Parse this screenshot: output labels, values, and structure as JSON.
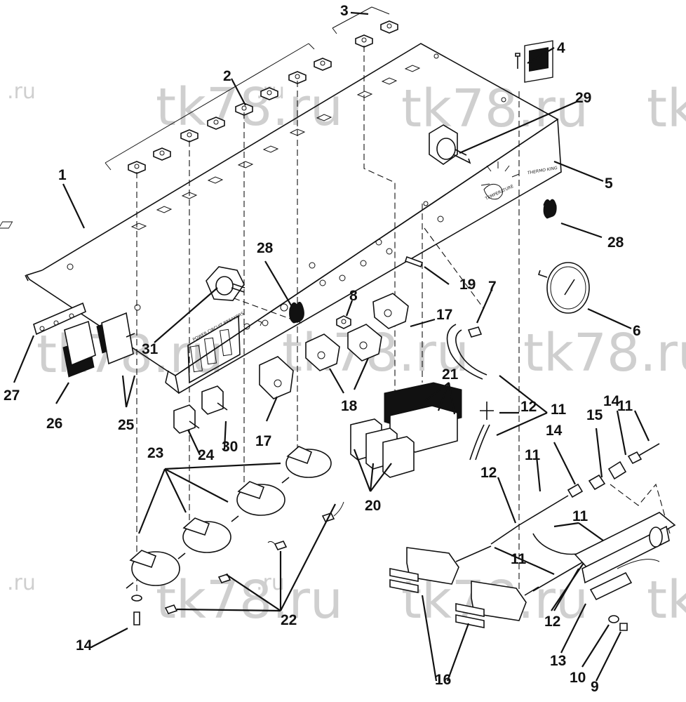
{
  "watermarks": [
    "tk78.ru",
    "tk78.ru",
    "tk78.ru",
    "tk78.ru",
    "tk78.ru",
    "tk78.ru",
    "tk78.ru",
    "tk78.ru",
    "tk78.ru",
    ".ru",
    ".ru",
    ".ru",
    ".ru"
  ],
  "panel_text": {
    "logo": "TK",
    "logo_caption": "THERMO KING",
    "temperature": "TEMPERATURE",
    "switch_plate": "POWER CIRCUIT BREAKERS"
  },
  "callouts": {
    "c1": "1",
    "c2": "2",
    "c3": "3",
    "c4": "4",
    "c5": "5",
    "c6": "6",
    "c7": "7",
    "c8": "8",
    "c9": "9",
    "c10": "10",
    "c11a": "11",
    "c11b": "11",
    "c11c": "11",
    "c11d": "11",
    "c11e": "11",
    "c12a": "12",
    "c12b": "12",
    "c12c": "12",
    "c13": "13",
    "c14a": "14",
    "c14b": "14",
    "c14c": "14",
    "c15": "15",
    "c16": "16",
    "c17a": "17",
    "c17b": "17",
    "c18": "18",
    "c19": "19",
    "c20": "20",
    "c21": "21",
    "c22": "22",
    "c23": "23",
    "c24": "24",
    "c25": "25",
    "c26": "26",
    "c27": "27",
    "c28a": "28",
    "c28b": "28",
    "c29": "29",
    "c30": "30",
    "c31": "31"
  }
}
